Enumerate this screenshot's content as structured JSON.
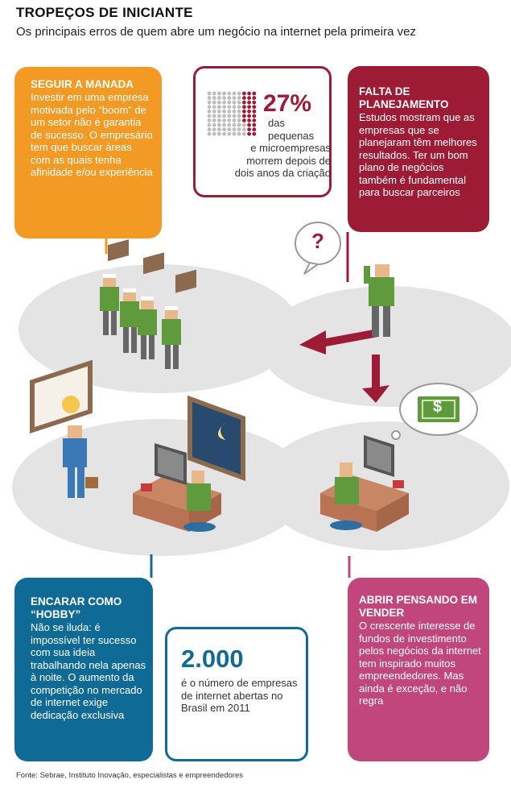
{
  "header": {
    "title": "TROPEÇOS DE INICIANTE",
    "subtitle": "Os principais erros de quem abre um negócio na internet pela primeira vez"
  },
  "boxes": {
    "herd": {
      "heading": "SEGUIR A MANADA",
      "body": "Investir em uma empresa motivada pelo “boom” de um setor não é garantia de sucesso. O empresário tem que buscar áreas com as quais tenha afinidade e/ou experiência"
    },
    "planning": {
      "heading": "FALTA DE PLANEJAMENTO",
      "body": "Estudos mostram que as empresas que se planejaram têm melhores resultados. Ter um bom plano de negócios também é fundamental para buscar parceiros"
    },
    "hobby": {
      "heading": "ENCARAR COMO “HOBBY”",
      "body": "Não se iluda: é impossível ter sucesso com sua ideia trabalhando nela apenas à noite. O aumento da competição no mercado de internet exige dedicação exclusiva"
    },
    "sell": {
      "heading": "ABRIR PENSANDO EM VENDER",
      "body": "O crescente interesse de fundos de investimento pelos negócios da internet tem inspirado muitos empreendedores. Mas ainda é exceção, e não regra"
    }
  },
  "stats": {
    "percent": "27%",
    "percent_value": 27,
    "percent_lines": [
      "das",
      "pequenas",
      "e microempresas",
      "morrem depois de",
      "dois anos da criação"
    ],
    "count": "2.000",
    "count_text": "é o número de empresas de internet abertas no Brasil em 2011"
  },
  "bubbles": {
    "question": "?",
    "money": "$"
  },
  "source": "Fonte: Sebrae, Instituto Inovação, especialistas e empreendedores",
  "colors": {
    "orange": "#f39a24",
    "maroon": "#9e1b36",
    "blue": "#0f6a95",
    "magenta": "#c0467c",
    "floor": "#e4e4e4"
  }
}
